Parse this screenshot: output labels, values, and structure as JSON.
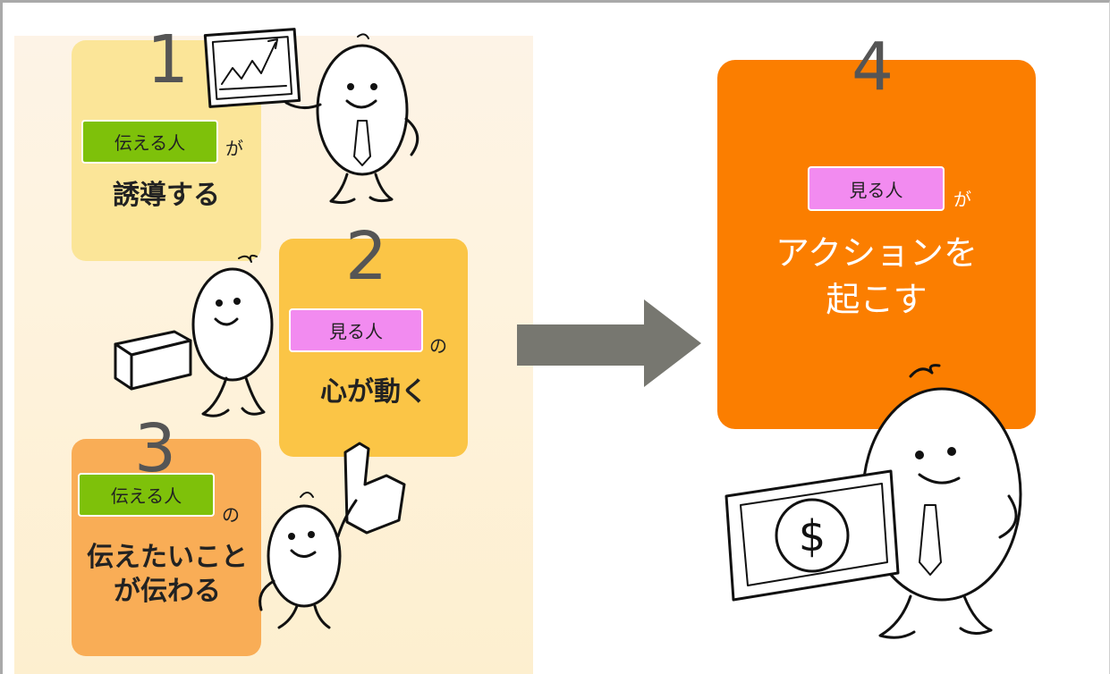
{
  "steps": [
    {
      "number": "1",
      "tag": "伝える人",
      "particle": "が",
      "text": "誘導する"
    },
    {
      "number": "2",
      "tag": "見る人",
      "particle": "の",
      "text": "心が動く"
    },
    {
      "number": "3",
      "tag": "伝える人",
      "particle": "の",
      "text": "伝えたいこと\nが伝わる"
    }
  ],
  "result": {
    "number": "4",
    "tag": "見る人",
    "particle": "が",
    "line1": "アクションを",
    "line2": "起こす"
  },
  "arrow": {
    "color": "#777770"
  },
  "colors": {
    "step1": "#fbe598",
    "step2": "#fbc546",
    "step3": "#f9ad56",
    "step4": "#fb7e00",
    "tag_speaker": "#7ec10a",
    "tag_viewer": "#f28bf0"
  },
  "icons": [
    "presentation-board-icon",
    "stick-figure-pointing-icon",
    "stick-figure-box-icon",
    "stick-figure-thumbs-up-icon",
    "stick-figure-dollar-bill-icon",
    "dollar-bill-icon"
  ]
}
